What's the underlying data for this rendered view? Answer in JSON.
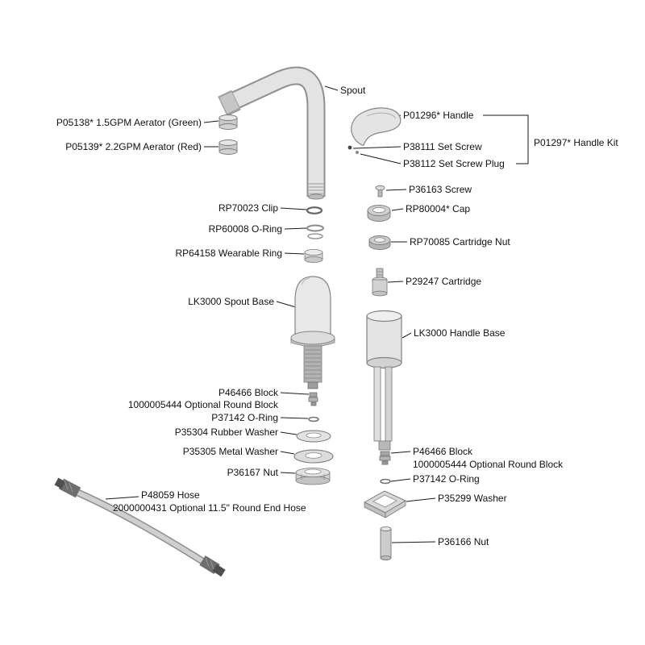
{
  "labels": {
    "spout": "Spout",
    "aerator_green": "P05138* 1.5GPM Aerator (Green)",
    "aerator_red": "P05139* 2.2GPM Aerator (Red)",
    "handle": "P01296* Handle",
    "set_screw": "P38111 Set Screw",
    "set_screw_plug": "P38112 Set Screw Plug",
    "handle_kit": "P01297* Handle Kit",
    "screw": "P36163 Screw",
    "cap": "RP80004* Cap",
    "cartridge_nut": "RP70085 Cartridge Nut",
    "cartridge": "P29247 Cartridge",
    "clip": "RP70023 Clip",
    "oring_rp60008": "RP60008 O-Ring",
    "wearable_ring": "RP64158 Wearable Ring",
    "spout_base": "LK3000 Spout Base",
    "handle_base": "LK3000 Handle Base",
    "block_left": "P46466 Block",
    "optional_round_block_left": "1000005444 Optional Round Block",
    "oring_p37142_left": "P37142 O-Ring",
    "rubber_washer": "P35304 Rubber Washer",
    "metal_washer": "P35305 Metal Washer",
    "nut_p36167": "P36167 Nut",
    "hose": "P48059 Hose",
    "optional_hose": "2000000431 Optional 11.5\" Round End Hose",
    "block_right": "P46466 Block",
    "optional_round_block_right": "1000005444 Optional Round Block",
    "oring_p37142_right": "P37142 O-Ring",
    "washer_p35299": "P35299 Washer",
    "nut_p36166": "P36166 Nut"
  },
  "style": {
    "label_color": "#111111",
    "leader_line_color": "#1a1a1a",
    "part_outline_color": "#858585",
    "part_fill_color": "#e3e3e3",
    "background": "#ffffff"
  }
}
